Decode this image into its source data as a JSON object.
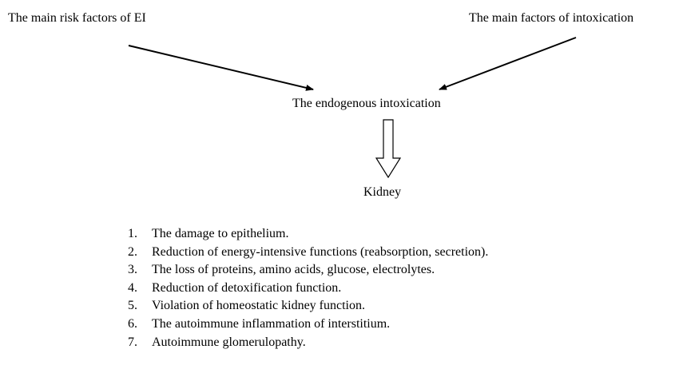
{
  "diagram": {
    "left_source": "The main risk factors of EI",
    "right_source": "The main factors of intoxication",
    "center": "The endogenous intoxication",
    "target": "Kidney"
  },
  "effects": [
    {
      "num": "1.",
      "text": "The damage to epithelium."
    },
    {
      "num": "2.",
      "text": "Reduction of energy-intensive functions (reabsorption, secretion)."
    },
    {
      "num": "3.",
      "text": "The loss of proteins, amino acids, glucose, electrolytes."
    },
    {
      "num": "4.",
      "text": "Reduction of detoxification function."
    },
    {
      "num": "5.",
      "text": "Violation of homeostatic kidney function."
    },
    {
      "num": "6.",
      "text": "The autoimmune inflammation of interstitium."
    },
    {
      "num": "7.",
      "text": "Autoimmune glomerulopathy."
    }
  ]
}
